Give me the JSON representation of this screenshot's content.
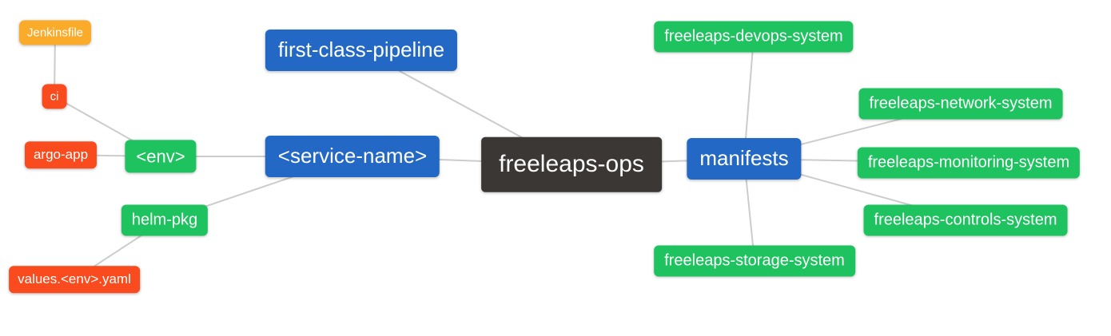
{
  "diagram": {
    "type": "mindmap",
    "root_label": "freeleaps-ops",
    "nodes": [
      {
        "id": "jenkinsfile",
        "label": "Jenkinsfile",
        "color": "orange"
      },
      {
        "id": "ci",
        "label": "ci",
        "color": "red"
      },
      {
        "id": "argo-app",
        "label": "argo-app",
        "color": "red"
      },
      {
        "id": "env",
        "label": "<env>",
        "color": "green"
      },
      {
        "id": "helm-pkg",
        "label": "helm-pkg",
        "color": "green"
      },
      {
        "id": "values-env-yaml",
        "label": "values.<env>.yaml",
        "color": "red"
      },
      {
        "id": "first-class-pipeline",
        "label": "first-class-pipeline",
        "color": "blue"
      },
      {
        "id": "service-name",
        "label": "<service-name>",
        "color": "blue"
      },
      {
        "id": "freeleaps-ops",
        "label": "freeleaps-ops",
        "color": "dark"
      },
      {
        "id": "manifests",
        "label": "manifests",
        "color": "blue"
      },
      {
        "id": "freeleaps-devops-system",
        "label": "freeleaps-devops-system",
        "color": "green"
      },
      {
        "id": "freeleaps-network-system",
        "label": "freeleaps-network-system",
        "color": "green"
      },
      {
        "id": "freeleaps-monitoring-system",
        "label": "freeleaps-monitoring-system",
        "color": "green"
      },
      {
        "id": "freeleaps-controls-system",
        "label": "freeleaps-controls-system",
        "color": "green"
      },
      {
        "id": "freeleaps-storage-system",
        "label": "freeleaps-storage-system",
        "color": "green"
      }
    ],
    "edges": [
      {
        "from": "jenkinsfile",
        "to": "ci"
      },
      {
        "from": "ci",
        "to": "env"
      },
      {
        "from": "argo-app",
        "to": "env"
      },
      {
        "from": "env",
        "to": "service-name"
      },
      {
        "from": "helm-pkg",
        "to": "service-name"
      },
      {
        "from": "values-env-yaml",
        "to": "helm-pkg"
      },
      {
        "from": "first-class-pipeline",
        "to": "freeleaps-ops"
      },
      {
        "from": "service-name",
        "to": "freeleaps-ops"
      },
      {
        "from": "freeleaps-ops",
        "to": "manifests"
      },
      {
        "from": "manifests",
        "to": "freeleaps-devops-system"
      },
      {
        "from": "manifests",
        "to": "freeleaps-network-system"
      },
      {
        "from": "manifests",
        "to": "freeleaps-monitoring-system"
      },
      {
        "from": "manifests",
        "to": "freeleaps-controls-system"
      },
      {
        "from": "manifests",
        "to": "freeleaps-storage-system"
      }
    ],
    "colors": {
      "root": "#3B3735",
      "branch_blue": "#2368C4",
      "green": "#1EC35F",
      "red": "#F94B1D",
      "orange": "#FBAB2A",
      "edge": "#CCCCCC",
      "text": "#FFFFFF",
      "background": "#FFFFFF"
    }
  }
}
